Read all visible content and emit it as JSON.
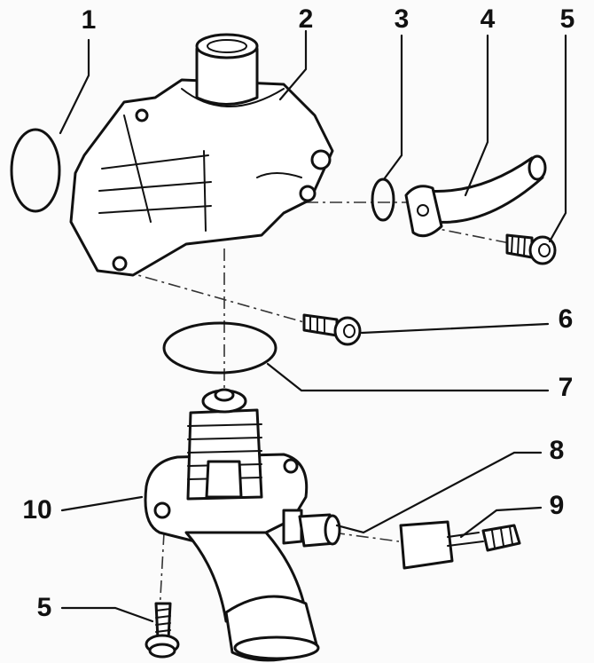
{
  "callouts": [
    {
      "id": "1",
      "text": "1"
    },
    {
      "id": "2",
      "text": "2"
    },
    {
      "id": "3",
      "text": "3"
    },
    {
      "id": "4",
      "text": "4"
    },
    {
      "id": "5a",
      "text": "5"
    },
    {
      "id": "6",
      "text": "6"
    },
    {
      "id": "7",
      "text": "7"
    },
    {
      "id": "8",
      "text": "8"
    },
    {
      "id": "9",
      "text": "9"
    },
    {
      "id": "10",
      "text": "10"
    },
    {
      "id": "5b",
      "text": "5"
    }
  ],
  "palette": {
    "ink": "#111111",
    "paper": "#fbfbfb",
    "shade": "#e6e6e6"
  }
}
